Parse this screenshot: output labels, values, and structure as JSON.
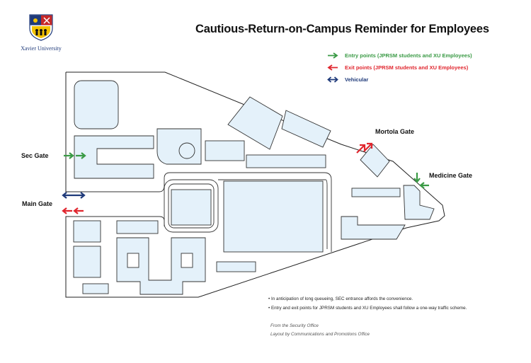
{
  "header": {
    "university": "Xavier University",
    "title": "Cautious-Return-on-Campus Reminder for Employees"
  },
  "colors": {
    "entry": "#3a9a45",
    "exit": "#e0262e",
    "vehicular": "#1f3a7a",
    "building_fill": "#e4f1fa"
  },
  "legend": [
    {
      "label": "Entry points (JPRSM students and XU Employees)",
      "color": "#3a9a45",
      "icon": "arrow-right-icon"
    },
    {
      "label": "Exit points (JPRSM students and XU Employees)",
      "color": "#e0262e",
      "icon": "arrow-left-icon"
    },
    {
      "label": "Vehicular",
      "color": "#1f3a7a",
      "icon": "double-arrow-icon"
    }
  ],
  "gates": {
    "sec": "Sec Gate",
    "main": "Main Gate",
    "mortola": "Mortola Gate",
    "medicine": "Medicine Gate"
  },
  "notes": [
    "In anticipation of long queueing, SEC entrance affords the convenience.",
    "Entry and exit points for JPRSM students and XU Employees shall follow a one-way traffic scheme."
  ],
  "credits": [
    "From the Security Office",
    "Layout by Communications and Promotions Office"
  ]
}
